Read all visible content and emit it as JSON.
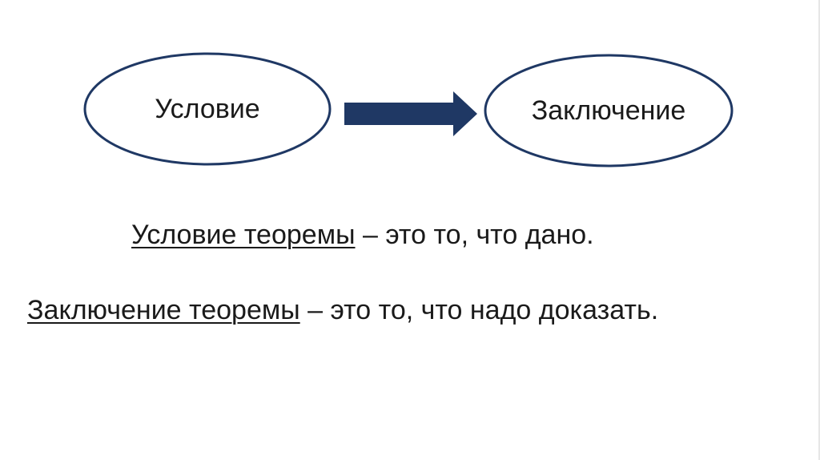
{
  "diagram": {
    "left_node": "Условие",
    "right_node": "Заключение"
  },
  "definitions": [
    {
      "term": "Условие теоремы",
      "rest": " – это то, что дано."
    },
    {
      "term": "Заключение теоремы",
      "rest": " – это то, что надо доказать."
    }
  ],
  "colors": {
    "ellipse_stroke": "#1f3864",
    "arrow_fill": "#1f3864",
    "text": "#1a1a1a"
  }
}
